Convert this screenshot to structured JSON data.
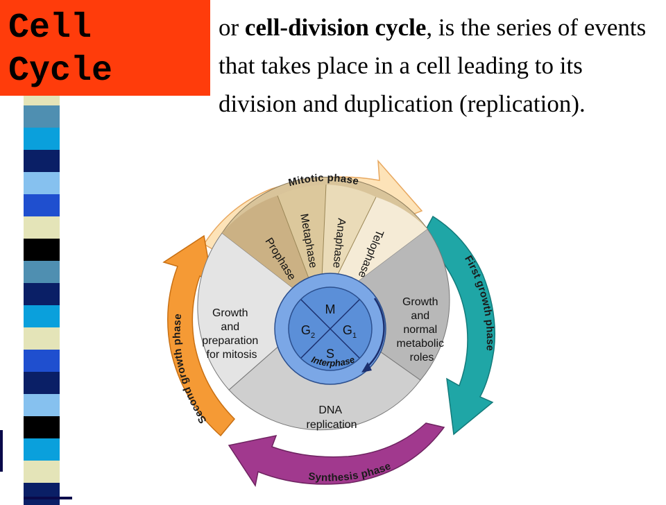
{
  "slide": {
    "title": {
      "line1": "Cell",
      "line2": "Cycle"
    },
    "definition": {
      "prefix": "or ",
      "term": "cell-division cycle",
      "suffix": ", is the series of events that takes place in a cell leading to its division and duplication (replication)."
    }
  },
  "diagram": {
    "arrows": {
      "mitotic": "Mitotic phase",
      "first_growth": "First growth phase",
      "synthesis": "Synthesis phase",
      "second_growth": "Second growth phase"
    },
    "mitosis_stages": [
      "Prophase",
      "Metaphase",
      "Anaphase",
      "Telophase"
    ],
    "sectors": {
      "g1": [
        "Growth",
        "and",
        "normal",
        "metabolic",
        "roles"
      ],
      "s": [
        "DNA",
        "replication"
      ],
      "g2": [
        "Growth",
        "and",
        "preparation",
        "for mitosis"
      ]
    },
    "hub": {
      "m": "M",
      "g1": "G",
      "g1_sub": "1",
      "g2": "G",
      "g2_sub": "2",
      "s": "S",
      "ring": "Interphase"
    },
    "colors": {
      "mitotic_arrow": "#fde3b8",
      "first_growth_arrow": "#1fa6a6",
      "synthesis_arrow": "#a1398e",
      "second_growth_arrow": "#f59a35",
      "hub": "#5b8fd8",
      "title_box": "#ff3c0b"
    }
  }
}
